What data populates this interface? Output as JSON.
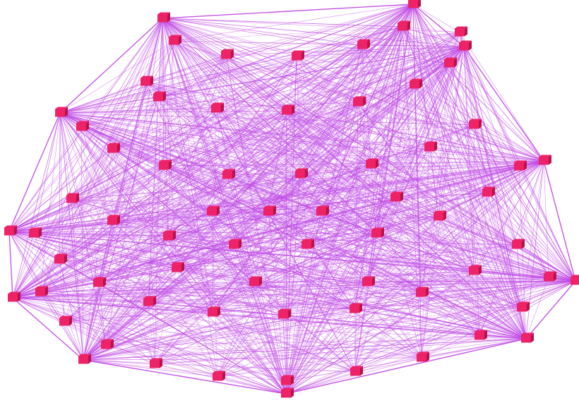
{
  "graph": {
    "style": {
      "edge_color": "#c24ee6",
      "node_color": "#ee2266",
      "node_shadow": "#b8124a"
    },
    "nodes": [
      {
        "id": "apex-left"
      },
      {
        "id": "apex-right"
      },
      {
        "id": "top-right-corner"
      },
      {
        "id": "left-upper"
      },
      {
        "id": "left-mid"
      },
      {
        "id": "left-lower"
      },
      {
        "id": "bottom-left"
      },
      {
        "id": "bottom-mid"
      },
      {
        "id": "bottom-right"
      },
      {
        "id": "right-lower"
      },
      {
        "id": "right-mid"
      },
      {
        "id": "r1-1"
      },
      {
        "id": "r1-2"
      },
      {
        "id": "r1-3"
      },
      {
        "id": "r1-4"
      },
      {
        "id": "r1-5"
      },
      {
        "id": "r2-1"
      },
      {
        "id": "r2-2"
      },
      {
        "id": "r2-3"
      },
      {
        "id": "r2-4"
      },
      {
        "id": "r2-5"
      },
      {
        "id": "r2-6"
      },
      {
        "id": "r2-7"
      },
      {
        "id": "r3-1"
      },
      {
        "id": "r3-2"
      },
      {
        "id": "r3-3"
      },
      {
        "id": "r3-4"
      },
      {
        "id": "r3-5"
      },
      {
        "id": "r3-6"
      },
      {
        "id": "r3-7"
      },
      {
        "id": "r3-8"
      },
      {
        "id": "r4-1"
      },
      {
        "id": "r4-2"
      },
      {
        "id": "r4-3"
      },
      {
        "id": "r4-4"
      },
      {
        "id": "r4-5"
      },
      {
        "id": "r4-6"
      },
      {
        "id": "r4-7"
      },
      {
        "id": "r4-8"
      },
      {
        "id": "r5-1"
      },
      {
        "id": "r5-2"
      },
      {
        "id": "r5-3"
      },
      {
        "id": "r5-4"
      },
      {
        "id": "r5-5"
      },
      {
        "id": "r5-6"
      },
      {
        "id": "r5-7"
      },
      {
        "id": "r5-8"
      },
      {
        "id": "r5-9"
      },
      {
        "id": "r6-1"
      },
      {
        "id": "r6-2"
      },
      {
        "id": "r6-3"
      },
      {
        "id": "r6-4"
      },
      {
        "id": "r6-5"
      },
      {
        "id": "r6-6"
      },
      {
        "id": "r6-7"
      },
      {
        "id": "r6-8"
      },
      {
        "id": "r7-1"
      },
      {
        "id": "r7-2"
      },
      {
        "id": "r7-3"
      },
      {
        "id": "r7-4"
      },
      {
        "id": "r7-5"
      },
      {
        "id": "r7-6"
      },
      {
        "id": "r7-7"
      },
      {
        "id": "r8-1"
      },
      {
        "id": "r8-2"
      },
      {
        "id": "r8-3"
      },
      {
        "id": "r8-4"
      },
      {
        "id": "r8-5"
      },
      {
        "id": "r8-6"
      },
      {
        "id": "r8-7"
      }
    ]
  }
}
